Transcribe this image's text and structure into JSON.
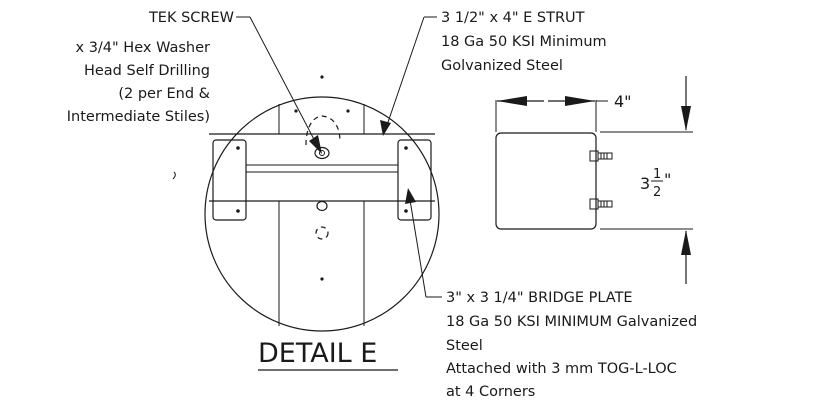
{
  "title": "DETAIL E",
  "callouts": {
    "tek_screw": [
      "TEK SCREW",
      "x 3/4\" Hex Washer",
      "Head Self Drilling",
      "(2 per End &",
      "Intermediate Stiles)"
    ],
    "strut": [
      "3 1/2\" x 4\" E STRUT",
      "18 Ga 50 KSI Minimum",
      "Golvanized Steel"
    ],
    "bridge_plate": [
      "3\" x 3 1/4\" BRIDGE PLATE",
      "18 Ga 50 KSI MINIMUM Galvanized",
      "Steel",
      "Attached with 3 mm TOG-L-LOC",
      "at 4 Corners"
    ]
  },
  "dimensions": {
    "width": "4\"",
    "height_whole": "3",
    "height_num": "1",
    "height_den": "2",
    "height_inch": "\""
  }
}
